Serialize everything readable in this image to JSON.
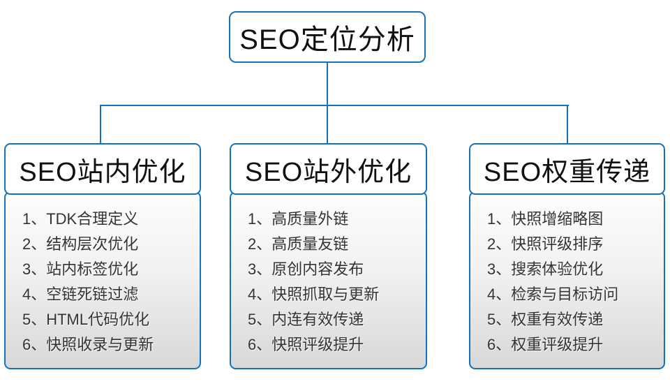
{
  "diagram": {
    "root": {
      "label": "SEO定位分析"
    },
    "columns": [
      {
        "title": "SEO站内优化",
        "items": [
          "1、TDK合理定义",
          "2、结构层次优化",
          "3、站内标签优化",
          "4、空链死链过滤",
          "5、HTML代码优化",
          "6、快照收录与更新"
        ]
      },
      {
        "title": "SEO站外优化",
        "items": [
          "1、高质量外链",
          "2、高质量友链",
          "3、原创内容发布",
          "4、快照抓取与更新",
          "5、内连有效传递",
          "6、快照评级提升"
        ]
      },
      {
        "title": "SEO权重传递",
        "items": [
          "1、快照增缩略图",
          "2、快照评级排序",
          "3、搜索体验优化",
          "4、检索与目标访问",
          "5、权重有效传递",
          "6、权重评级提升"
        ]
      }
    ]
  },
  "colors": {
    "line-blue": "#1272bd",
    "node-bg": "#ffffff",
    "panel-top": "#fdfdfd",
    "panel-bottom": "#d8d8d8",
    "title-text": "#111111",
    "item-text": "#333333"
  }
}
